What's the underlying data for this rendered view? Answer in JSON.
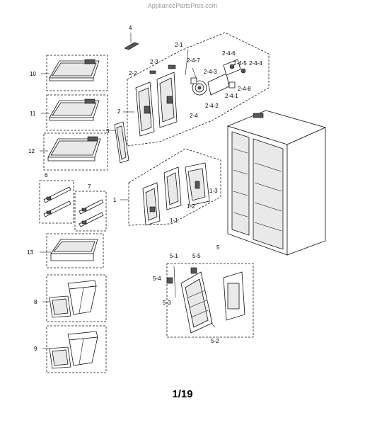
{
  "watermark": "AppliancePartsPros.com",
  "page_number": "1/19",
  "callouts": {
    "c4": "4",
    "c2_1": "2-1",
    "c2_2": "2-2",
    "c2_3": "2-3",
    "c2": "2",
    "c3": "3",
    "c2_4_6": "2-4-6",
    "c2_4_5": "2-4-5",
    "c2_4_4": "2-4-4",
    "c2_4_7": "2-4-7",
    "c2_4_3": "2-4-3",
    "c2_4_8": "2-4-8",
    "c2_4_1": "2-4-1",
    "c2_4_2": "2-4-2",
    "c2_4": "2-4",
    "c10": "10",
    "c11": "11",
    "c12": "12",
    "c6": "6",
    "c7": "7",
    "c13": "13",
    "c8": "8",
    "c9": "9",
    "c1": "1",
    "c1_1": "1-1",
    "c1_2": "1-2",
    "c1_3": "1-3",
    "c5": "5",
    "c5_1": "5-1",
    "c5_5": "5-5",
    "c5_4": "5-4",
    "c5_3": "5-3",
    "c5_2": "5-2"
  }
}
